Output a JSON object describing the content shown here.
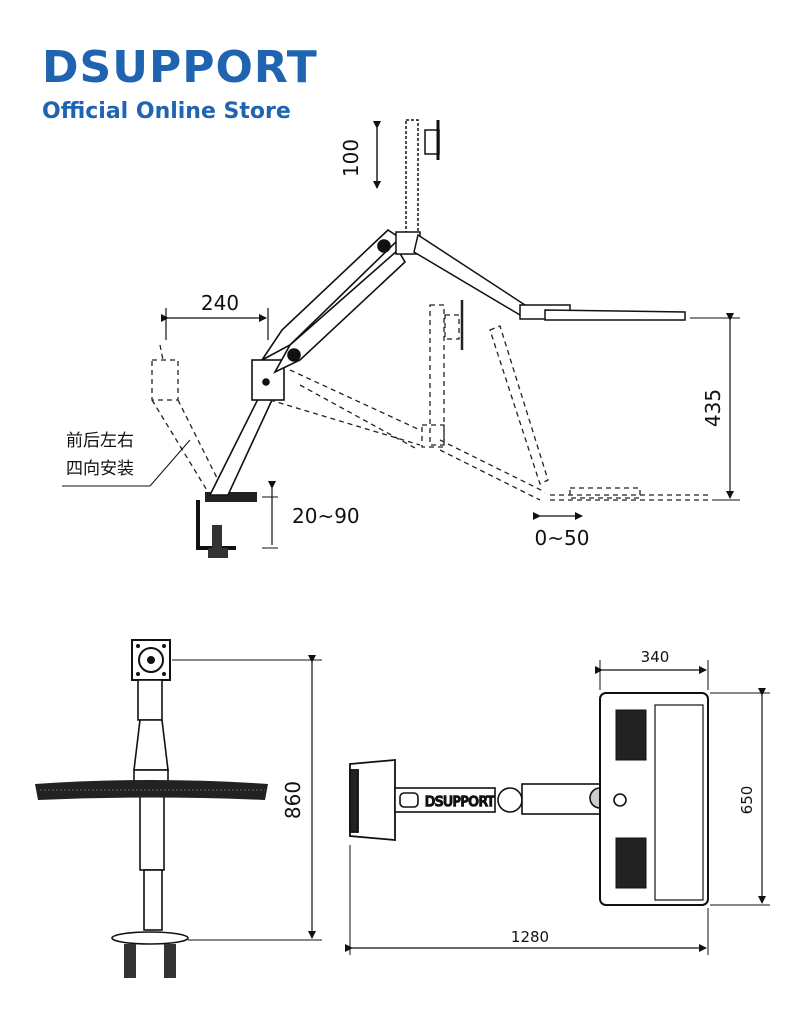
{
  "brand": {
    "name": "DSUPPORT",
    "subtitle": "Official Online Store",
    "color": "#1f64b0"
  },
  "side_view": {
    "dims": {
      "height_adjust": "100",
      "arm_offset": "240",
      "clamp_range": "20~90",
      "keyboard_slide": "0~50",
      "keyboard_drop": "435"
    },
    "install_note": [
      "前后左右",
      "四向安装"
    ]
  },
  "front_view": {
    "dims": {
      "height": "860"
    }
  },
  "top_view": {
    "dims": {
      "tray_width": "340",
      "tray_depth": "650",
      "total_reach": "1280"
    },
    "arm_label": "DSUPPORT"
  }
}
